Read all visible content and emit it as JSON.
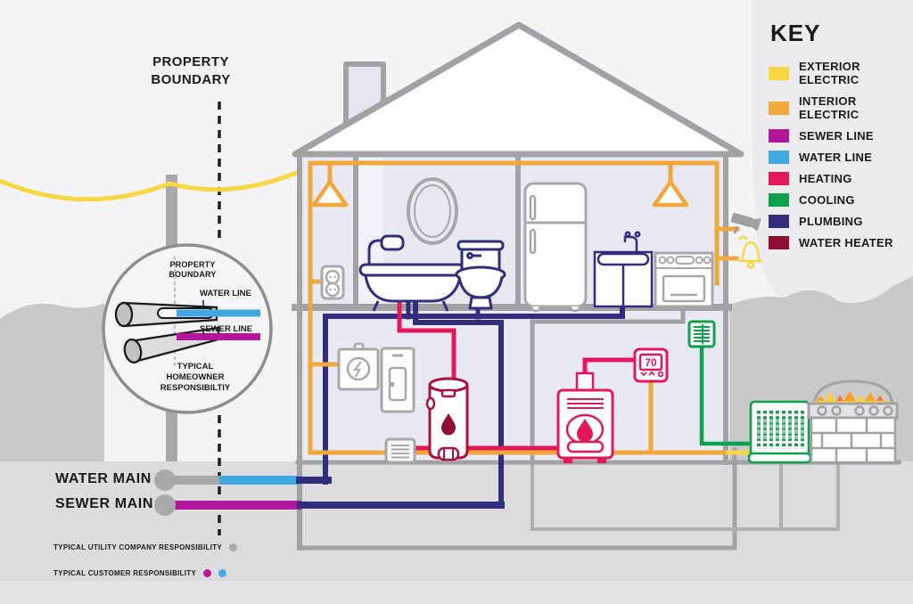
{
  "palette": {
    "exterior_electric": "#F7D843",
    "interior_electric": "#F2A73B",
    "sewer_line": "#B2169B",
    "water_line": "#41A9E0",
    "heating": "#E5175B",
    "cooling": "#0FA04C",
    "plumbing": "#332D7D",
    "water_heater": "#8E0E35"
  },
  "legend": {
    "title": "KEY",
    "items": [
      {
        "label": "EXTERIOR ELECTRIC",
        "color": "#F7D843"
      },
      {
        "label": "INTERIOR ELECTRIC",
        "color": "#F2A73B"
      },
      {
        "label": "SEWER LINE",
        "color": "#B2169B"
      },
      {
        "label": "WATER LINE",
        "color": "#41A9E0"
      },
      {
        "label": "HEATING",
        "color": "#E5175B"
      },
      {
        "label": "COOLING",
        "color": "#0FA04C"
      },
      {
        "label": "PLUMBING",
        "color": "#332D7D"
      },
      {
        "label": "WATER HEATER",
        "color": "#8E0E35"
      }
    ]
  },
  "site": {
    "property_boundary_label": "PROPERTY BOUNDARY",
    "water_main_label": "WATER MAIN",
    "sewer_main_label": "SEWER MAIN",
    "utility_responsibility_label": "TYPICAL UTILITY  COMPANY RESPONSIBILITY",
    "customer_responsibility_label": "TYPICAL CUSTOMER RESPONSIBILITY"
  },
  "inset": {
    "property_boundary_label": "PROPERTY BOUNDARY",
    "water_line_label": "WATER LINE",
    "sewer_line_label": "SEWER LINE",
    "homeowner_label": "TYPICAL HOMEOWNER RESPONSIBILTIY"
  },
  "thermostat": {
    "temperature": "70"
  }
}
